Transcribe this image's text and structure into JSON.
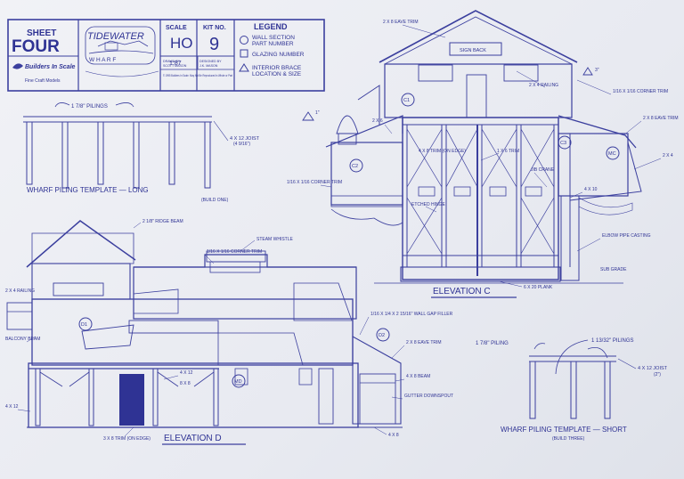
{
  "title_block": {
    "sheet_label": "SHEET",
    "sheet_number": "FOUR",
    "logo_main": "TIDEWATER",
    "logo_sub": "W H A R F",
    "scale_label": "SCALE",
    "scale_value": "HO",
    "scale_ratio": "1:87",
    "kit_label": "KIT NO.",
    "kit_value": "9",
    "brand_line1": "Builders In Scale",
    "brand_line2": "Fine Craft Models",
    "drawn_by_label": "DRAWN BY",
    "drawn_by": "SCOTT MASON",
    "designed_by_label": "DESIGNED BY",
    "designed_by": "J.K. MASON",
    "copyright": "© 1995 Builders In Scale. May Not Be Reproduced in Whole or Part"
  },
  "legend": {
    "title": "LEGEND",
    "items": [
      {
        "symbol": "circle",
        "line1": "WALL SECTION",
        "line2": "PART NUMBER"
      },
      {
        "symbol": "square",
        "line1": "GLAZING NUMBER",
        "line2": ""
      },
      {
        "symbol": "triangle",
        "line1": "INTERIOR BRACE",
        "line2": "LOCATION & SIZE"
      }
    ]
  },
  "piling_long": {
    "title": "WHARF PILING TEMPLATE — LONG",
    "subtitle": "(BUILD ONE)",
    "piling_label": "1 7/8\" PILINGS",
    "joist_label": "4 X 12  JOIST",
    "joist_sub": "(4 9/16\")"
  },
  "piling_short": {
    "title": "WHARF PILING TEMPLATE — SHORT",
    "subtitle": "(BUILD THREE)",
    "piling_label_1": "1 7/8\" PILING",
    "piling_label_2": "1 13/32\" PILINGS",
    "joist_label": "4 X 12  JOIST",
    "joist_sub": "(2\")"
  },
  "elevation_c": {
    "title": "ELEVATION C",
    "callouts": [
      "2 X 8 EAVE TRIM",
      "SIGN BACK",
      "2 X 4 RAILING",
      "1/16 X 1/16 CORNER TRIM",
      "2 X 8 EAVE TRIM",
      "2 X 4",
      "2 X 6",
      "4 X 8 TRIM (ON EDGE)",
      "1 X 6 TRIM",
      "JIB CRANE",
      "4 X 10",
      "1/16 X 1/16 CORNER TRIM",
      "ETCHED HINGE",
      "ELBOW PIPE CASTING",
      "SUB GRADE",
      "6 X 20 PLANK"
    ],
    "part_numbers": [
      "C1",
      "C2",
      "C3",
      "MC"
    ],
    "brace_marks": [
      "1\"",
      "3\""
    ]
  },
  "elevation_d": {
    "title": "ELEVATION D",
    "callouts": [
      "2 1/8\" RIDGE BEAM",
      "STEAM WHISTLE",
      "1/16 X 1/16 CORNER TRIM",
      "2 X 4 RAILING",
      "BALCONY BEAM",
      "1/16 X 1/4 X 2 15/16\" WALL GAP FILLER",
      "2 X 8 EAVE TRIM",
      "4 X 8 BEAM",
      "GUTTER DOWNSPOUT",
      "4 X 12",
      "8 X 8",
      "4 X 12",
      "3 X 8 TRIM (ON EDGE)",
      "4 X 8"
    ],
    "part_numbers": [
      "D1",
      "D2",
      "MD"
    ]
  },
  "colors": {
    "paper": "#eceef3",
    "ink": "#3b3f9e"
  }
}
